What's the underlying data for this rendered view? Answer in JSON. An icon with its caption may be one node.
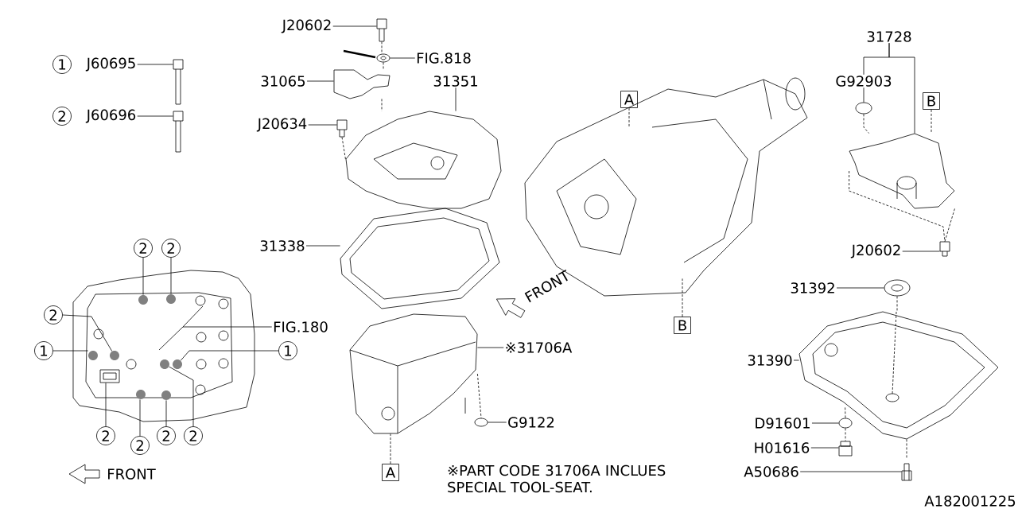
{
  "diagram": {
    "nodes": [
      {
        "text": [
          "1"
        ]
      },
      {
        "text": [
          "J60695"
        ]
      },
      {
        "text": [
          "2"
        ]
      },
      {
        "text": [
          "J60696"
        ]
      },
      {
        "text": [
          "J20602"
        ]
      },
      {
        "text": [
          "FIG.818"
        ]
      },
      {
        "text": [
          "31065"
        ]
      },
      {
        "text": [
          "31351"
        ]
      },
      {
        "text": [
          "J20634"
        ]
      },
      {
        "text": [
          "31338"
        ]
      },
      {
        "text": [
          "※31706A"
        ]
      },
      {
        "text": [
          "G9122"
        ]
      },
      {
        "text": [
          "A"
        ]
      },
      {
        "text": [
          "A"
        ],
        "in": 44
      },
      {
        "text": [
          "B"
        ]
      },
      {
        "text": [
          "31728"
        ]
      },
      {
        "text": [
          "G92903"
        ]
      },
      {
        "text": [
          "B"
        ]
      },
      {
        "text": [
          "J20602"
        ]
      },
      {
        "text": [
          "31392"
        ]
      },
      {
        "text": [
          "31390"
        ]
      },
      {
        "text": [
          "D91601"
        ]
      },
      {
        "text": [
          "H01616"
        ]
      },
      {
        "text": [
          "A50686"
        ]
      },
      {
        "text": [
          "FIG.180"
        ]
      },
      {
        "text": [
          "2"
        ]
      },
      {
        "text": [
          "2"
        ]
      },
      {
        "text": [
          "2"
        ]
      },
      {
        "text": [
          "1"
        ]
      },
      {
        "text": [
          "1"
        ]
      },
      {
        "text": [
          "2"
        ]
      },
      {
        "text": [
          "2"
        ]
      },
      {
        "text": [
          "2"
        ]
      },
      {
        "text": [
          "2"
        ]
      },
      {
        "text": [],
        "shape": "picture"
      },
      {
        "text": [],
        "shape": "picture"
      },
      {
        "text": [],
        "shape": "picture"
      },
      {
        "text": [],
        "shape": "circle"
      },
      {
        "text": [],
        "shape": "picture"
      },
      {
        "text": [],
        "shape": "picture"
      },
      {
        "text": [],
        "shape": "picture"
      },
      {
        "text": [],
        "shape": "picture"
      },
      {
        "text": [],
        "shape": "picture"
      },
      {
        "text": [],
        "shape": "circle"
      },
      {
        "text": [],
        "shape": "picture"
      },
      {
        "text": [],
        "shape": "circle"
      },
      {
        "text": [],
        "shape": "picture"
      },
      {
        "text": [],
        "shape": "picture"
      },
      {
        "text": [],
        "shape": "circle"
      },
      {
        "text": [],
        "shape": "picture"
      },
      {
        "text": [],
        "shape": "circle",
        "in": 49
      },
      {
        "text": [],
        "shape": "picture"
      },
      {
        "text": [],
        "shape": "picture"
      },
      {
        "text": [],
        "shape": "circle"
      },
      {
        "text": [],
        "shape": "circle"
      },
      {
        "text": [],
        "shape": "circle"
      },
      {
        "text": [],
        "shape": "circle"
      },
      {
        "text": [],
        "shape": "circle"
      },
      {
        "text": [],
        "shape": "box"
      },
      {
        "text": [],
        "shape": "circle"
      },
      {
        "text": [],
        "shape": "circle"
      },
      {
        "text": [],
        "shape": "circle"
      }
    ],
    "edges": [
      {
        "from": 1,
        "to": 34,
        "arrow": "none"
      },
      {
        "from": 3,
        "to": 35,
        "arrow": "none"
      },
      {
        "from": 4,
        "to": 36,
        "arrow": "none"
      },
      {
        "from": 5,
        "to": 37,
        "arrow": "none"
      },
      {
        "from": 6,
        "to": 38,
        "arrow": "none"
      },
      {
        "from": 7,
        "to": 39,
        "arrow": "none"
      },
      {
        "from": 8,
        "to": 40,
        "arrow": "none"
      },
      {
        "from": 9,
        "to": 41,
        "arrow": "none"
      },
      {
        "from": 10,
        "to": 42,
        "arrow": "none"
      },
      {
        "from": 11,
        "to": 43,
        "arrow": "none"
      },
      {
        "from": 12,
        "to": 42,
        "arrow": "none",
        "style": "dashed"
      },
      {
        "from": 13,
        "to": 44,
        "arrow": "none",
        "style": "dashed"
      },
      {
        "from": 14,
        "to": 44,
        "arrow": "none",
        "style": "dashed"
      },
      {
        "from": 15,
        "to": 16,
        "arrow": "none"
      },
      {
        "from": 15,
        "to": 46,
        "arrow": "none"
      },
      {
        "from": 16,
        "to": 45,
        "arrow": "none"
      },
      {
        "from": 17,
        "to": 46,
        "arrow": "none",
        "style": "dashed"
      },
      {
        "from": 18,
        "to": 47,
        "arrow": "none"
      },
      {
        "from": 19,
        "to": 48,
        "arrow": "none"
      },
      {
        "from": 20,
        "to": 49,
        "arrow": "none"
      },
      {
        "from": 21,
        "to": 50,
        "arrow": "none"
      },
      {
        "from": 22,
        "to": 51,
        "arrow": "none"
      },
      {
        "from": 23,
        "to": 52,
        "arrow": "none"
      },
      {
        "from": 24,
        "to": null,
        "arrow": "none"
      },
      {
        "from": 25,
        "to": 53,
        "arrow": "none"
      },
      {
        "from": 26,
        "to": 54,
        "arrow": "none"
      },
      {
        "from": 27,
        "to": 56,
        "arrow": "none"
      },
      {
        "from": 28,
        "to": 55,
        "arrow": "none"
      },
      {
        "from": 29,
        "to": 57,
        "arrow": "none"
      },
      {
        "from": 30,
        "to": 58,
        "arrow": "none"
      },
      {
        "from": 31,
        "to": 59,
        "arrow": "none"
      },
      {
        "from": 32,
        "to": 60,
        "arrow": "none"
      },
      {
        "from": 33,
        "to": 61,
        "arrow": "none"
      },
      {
        "from": 36,
        "to": 37,
        "arrow": "none",
        "style": "dashed"
      },
      {
        "from": 37,
        "to": 38,
        "arrow": "none",
        "style": "dashed"
      },
      {
        "from": 38,
        "to": 39,
        "arrow": "none",
        "style": "dashed"
      },
      {
        "from": 40,
        "to": 39,
        "arrow": "none",
        "style": "dashed"
      },
      {
        "from": 42,
        "to": 43,
        "arrow": "none",
        "style": "dashed"
      },
      {
        "from": 45,
        "to": 46,
        "arrow": "none",
        "style": "dashed"
      },
      {
        "from": 46,
        "to": 47,
        "arrow": "none",
        "style": "dashed"
      },
      {
        "from": 46,
        "to": 47,
        "arrow": "none",
        "style": "dashed"
      },
      {
        "from": 48,
        "to": 49,
        "arrow": "none",
        "style": "dashed"
      },
      {
        "from": 49,
        "to": 50,
        "arrow": "none",
        "style": "dashed"
      },
      {
        "from": 50,
        "to": 51,
        "arrow": "none",
        "style": "dashed"
      },
      {
        "from": 49,
        "to": 52,
        "arrow": "none",
        "style": "dashed"
      }
    ],
    "labels": [
      "FRONT",
      "FRONT",
      "※PART CODE 31706A INCLUES SPECIAL TOOL-SEAT.",
      "A182001225"
    ]
  }
}
